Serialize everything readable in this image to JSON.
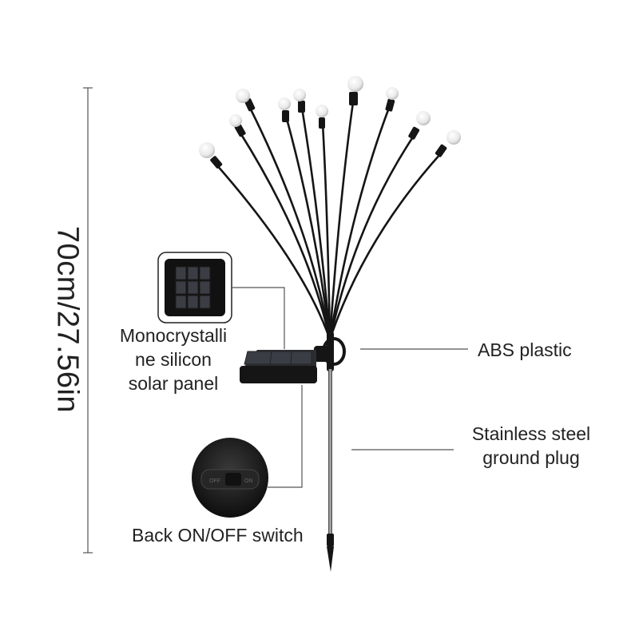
{
  "dimension": {
    "text": "70cm/27.56in"
  },
  "labels": {
    "solar_panel_line1": "Monocrystalli",
    "solar_panel_line2": "ne silicon",
    "solar_panel_line3": "solar panel",
    "abs_plastic": "ABS plastic",
    "ground_plug_line1": "Stainless steel",
    "ground_plug_line2": "ground plug",
    "switch": "Back ON/OFF switch"
  },
  "switch_detail": {
    "off_text": "OFF",
    "on_text": "ON"
  },
  "colors": {
    "product": "#151515",
    "leader_line": "#555555",
    "bulb": "#f2f2f2",
    "solar_cell": "#3a3d44"
  }
}
